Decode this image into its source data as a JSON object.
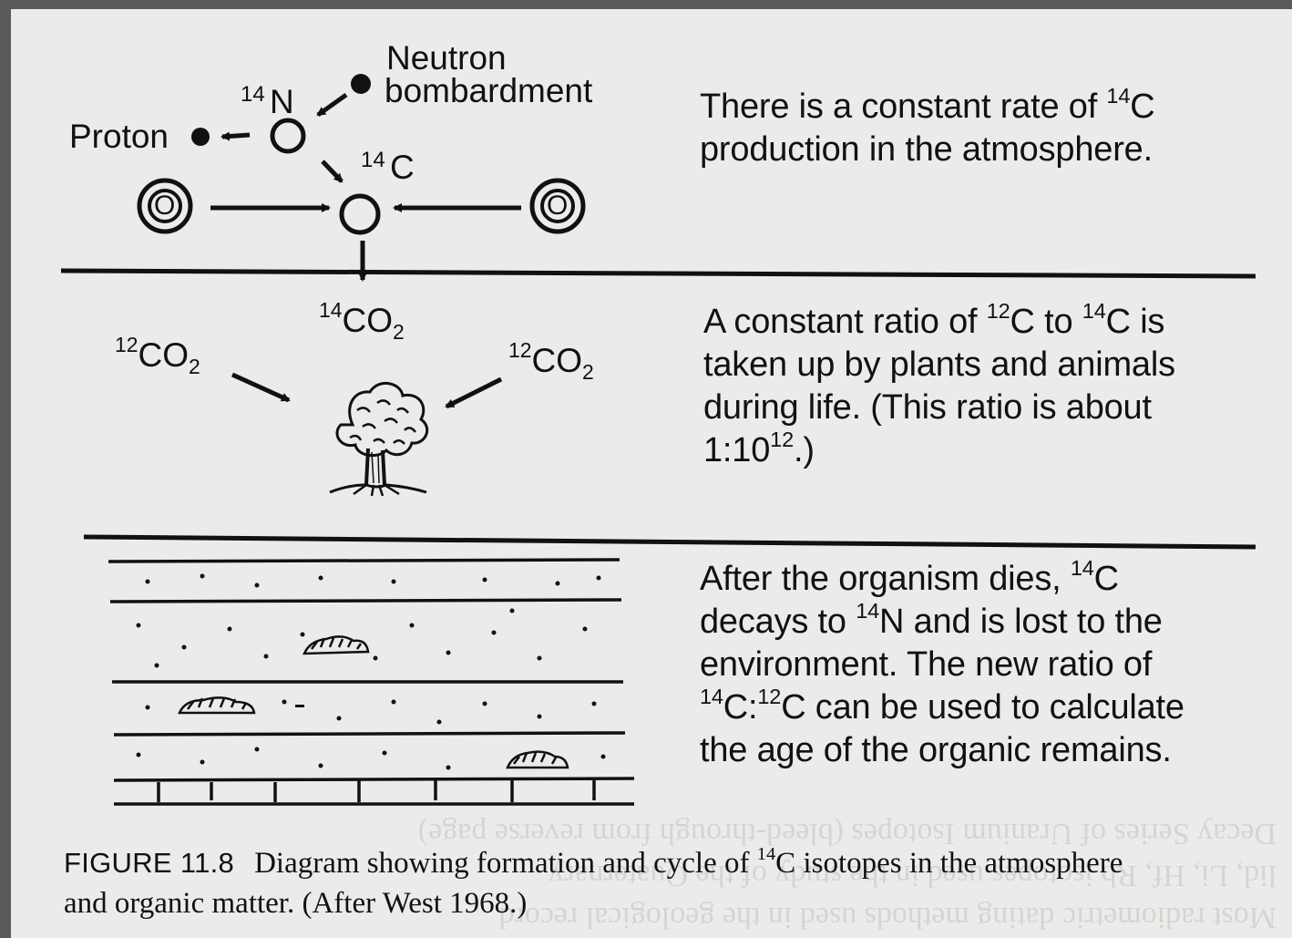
{
  "labels": {
    "neutron_line1": "Neutron",
    "neutron_line2": "bombardment",
    "n14_mass": "14",
    "n14_symbol": "N",
    "proton": "Proton",
    "c14_mass": "14",
    "c14_symbol": "C",
    "oxygen": "O",
    "co2_14_mass": "14",
    "co2_12_mass": "12",
    "co2_formula": "CO",
    "co2_subscript": "2"
  },
  "statements": {
    "s1": {
      "l1_pre": "There is a constant rate of ",
      "l1_mass": "14",
      "l1_el": "C",
      "l2": "production in the atmosphere."
    },
    "s2": {
      "l1_pre": "A constant ratio of ",
      "l1_m1": "12",
      "l1_mid": "C to ",
      "l1_m2": "14",
      "l1_post": "C is",
      "l2": "taken up by plants and animals",
      "l3": "during life. (This ratio is about",
      "l4_pre": "1:10",
      "l4_exp": "12",
      "l4_post": ".)"
    },
    "s3": {
      "l1_pre": "After the organism dies, ",
      "l1_mass": "14",
      "l1_el": "C",
      "l2_pre": "decays to ",
      "l2_mass": "14",
      "l2_post": "N and is lost to the",
      "l3": "environment. The new ratio of",
      "l4_m1": "14",
      "l4_mid": "C:",
      "l4_m2": "12",
      "l4_post": "C can be used to calculate",
      "l5": "the age of the organic remains."
    }
  },
  "caption": {
    "figure_label": "FIGURE 11.8",
    "text_pre": "Diagram showing formation and cycle of ",
    "text_mass": "14",
    "text_post": "C isotopes in the atmosphere",
    "line2": "and organic matter. (After West 1968.)"
  },
  "colors": {
    "page": "#ecebe9",
    "ink": "#111111",
    "background": "#5a5a5a"
  }
}
